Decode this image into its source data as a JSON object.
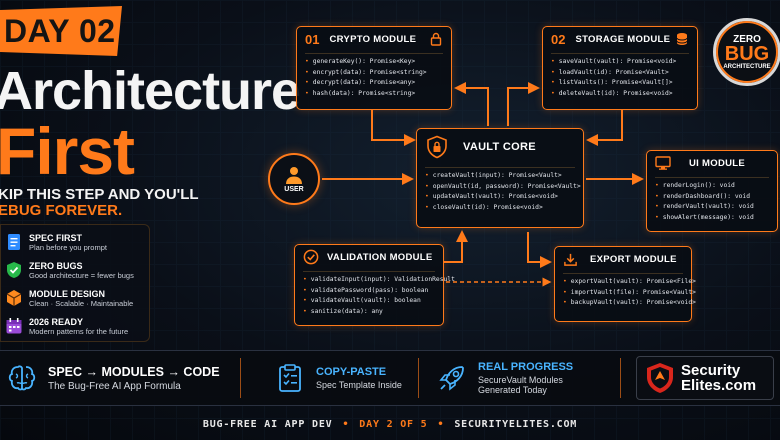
{
  "hero": {
    "day_badge": "DAY 02",
    "line1": "Architecture",
    "line2": "First",
    "tagline_1": "KIP THIS STEP AND YOU'LL",
    "tagline_2": "EBUG FOREVER."
  },
  "features": [
    {
      "icon": "document-icon",
      "title": "SPEC FIRST",
      "subtitle": "Plan before you prompt"
    },
    {
      "icon": "shield-check-icon",
      "title": "ZERO BUGS",
      "subtitle": "Good architecture = fewer bugs"
    },
    {
      "icon": "cube-icon",
      "title": "MODULE DESIGN",
      "subtitle": "Clean · Scalable · Maintainable"
    },
    {
      "icon": "calendar-icon",
      "title": "2026 READY",
      "subtitle": "Modern patterns for the future"
    }
  ],
  "modules": {
    "crypto": {
      "number": "01",
      "title": "CRYPTO MODULE",
      "icon": "lock-icon",
      "methods": [
        "generateKey(): Promise<Key>",
        "encrypt(data): Promise<string>",
        "decrypt(data): Promise<any>",
        "hash(data): Promise<string>"
      ]
    },
    "storage": {
      "number": "02",
      "title": "STORAGE MODULE",
      "icon": "database-icon",
      "methods": [
        "saveVault(vault): Promise<void>",
        "loadVault(id): Promise<Vault>",
        "listVaults(): Promise<Vault[]>",
        "deleteVault(id): Promise<void>"
      ]
    },
    "core": {
      "title": "VAULT CORE",
      "icon": "shield-lock-icon",
      "methods": [
        "createVault(input): Promise<Vault>",
        "openVault(id, password): Promise<Vault>",
        "updateVault(vault): Promise<void>",
        "closeVault(id): Promise<void>"
      ]
    },
    "ui": {
      "title": "UI MODULE",
      "icon": "monitor-icon",
      "methods": [
        "renderLogin(): void",
        "renderDashboard(): void",
        "renderVault(vault): void",
        "showAlert(message): void"
      ]
    },
    "validation": {
      "title": "VALIDATION MODULE",
      "icon": "check-circle-icon",
      "methods": [
        "validateInput(input): ValidationResult",
        "validatePassword(pass): boolean",
        "validateVault(vault): boolean",
        "sanitize(data): any"
      ]
    },
    "export": {
      "title": "EXPORT MODULE",
      "icon": "download-icon",
      "methods": [
        "exportVault(vault): Promise<File>",
        "importVault(file): Promise<Vault>",
        "backupVault(vault): Promise<void>"
      ]
    }
  },
  "user": {
    "label": "USER",
    "icon": "user-icon"
  },
  "seal": {
    "top": "ZERO",
    "middle": "BUG",
    "bottom": "ARCHITECTURE"
  },
  "bottom_bar": [
    {
      "icon": "brain-icon",
      "title": "SPEC → MODULES → CODE",
      "subtitle": "The Bug-Free AI App Formula"
    },
    {
      "icon": "clipboard-icon",
      "title": "COPY-PASTE",
      "subtitle": "Spec Template Inside"
    },
    {
      "icon": "rocket-icon",
      "title": "REAL PROGRESS",
      "subtitle_1": "SecureVault Modules",
      "subtitle_2": "Generated Today"
    }
  ],
  "brand": {
    "line1": "Security",
    "line2": "Elites.com"
  },
  "footer": {
    "left": "BUG-FREE AI APP DEV",
    "middle": "DAY 2 OF 5",
    "right": "SECURITYELITES.COM"
  },
  "colors": {
    "accent": "#ff7a1a",
    "background": "#070b12",
    "highlight_blue": "#49b4ff"
  }
}
